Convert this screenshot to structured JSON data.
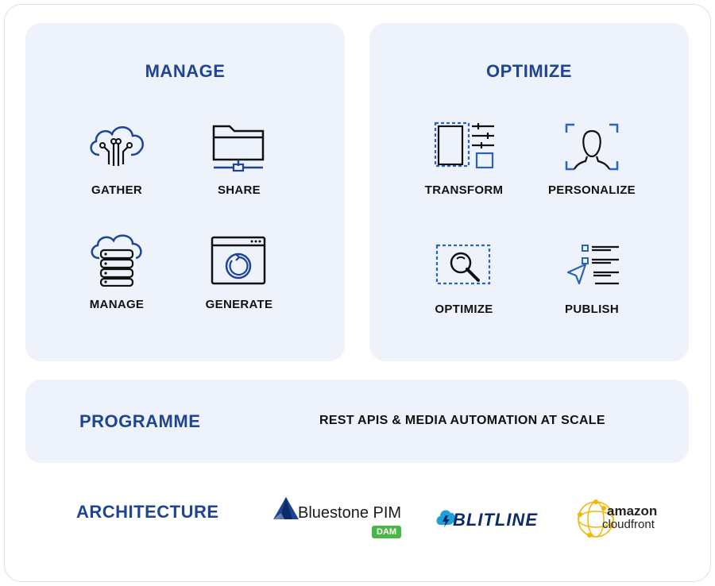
{
  "manage_panel": {
    "title": "MANAGE",
    "items": [
      {
        "label": "GATHER",
        "icon": "cloud-circuit-icon"
      },
      {
        "label": "SHARE",
        "icon": "folder-network-icon"
      },
      {
        "label": "MANAGE",
        "icon": "cloud-server-icon"
      },
      {
        "label": "GENERATE",
        "icon": "browser-refresh-icon"
      }
    ]
  },
  "optimize_panel": {
    "title": "OPTIMIZE",
    "items": [
      {
        "label": "TRANSFORM",
        "icon": "crop-adjust-icon"
      },
      {
        "label": "PERSONALIZE",
        "icon": "face-scan-icon"
      },
      {
        "label": "OPTIMIZE",
        "icon": "magnify-select-icon"
      },
      {
        "label": "PUBLISH",
        "icon": "send-list-icon"
      }
    ]
  },
  "programme": {
    "title": "PROGRAMME",
    "text": "REST APIS & MEDIA AUTOMATION AT SCALE"
  },
  "architecture": {
    "title": "ARCHITECTURE",
    "logos": {
      "bluestone": {
        "name": "Bluestone PIM",
        "badge": "DAM"
      },
      "blitline": {
        "name": "BLITLINE"
      },
      "amazon": {
        "line1": "amazon",
        "line2": "cloudfront"
      }
    }
  },
  "colors": {
    "accent": "#1e4496",
    "icon_dashed": "#2b63b8",
    "panel_bg": "#eef2fa",
    "dam_green": "#4cb54a",
    "cloudfront_gold": "#f2b705"
  }
}
